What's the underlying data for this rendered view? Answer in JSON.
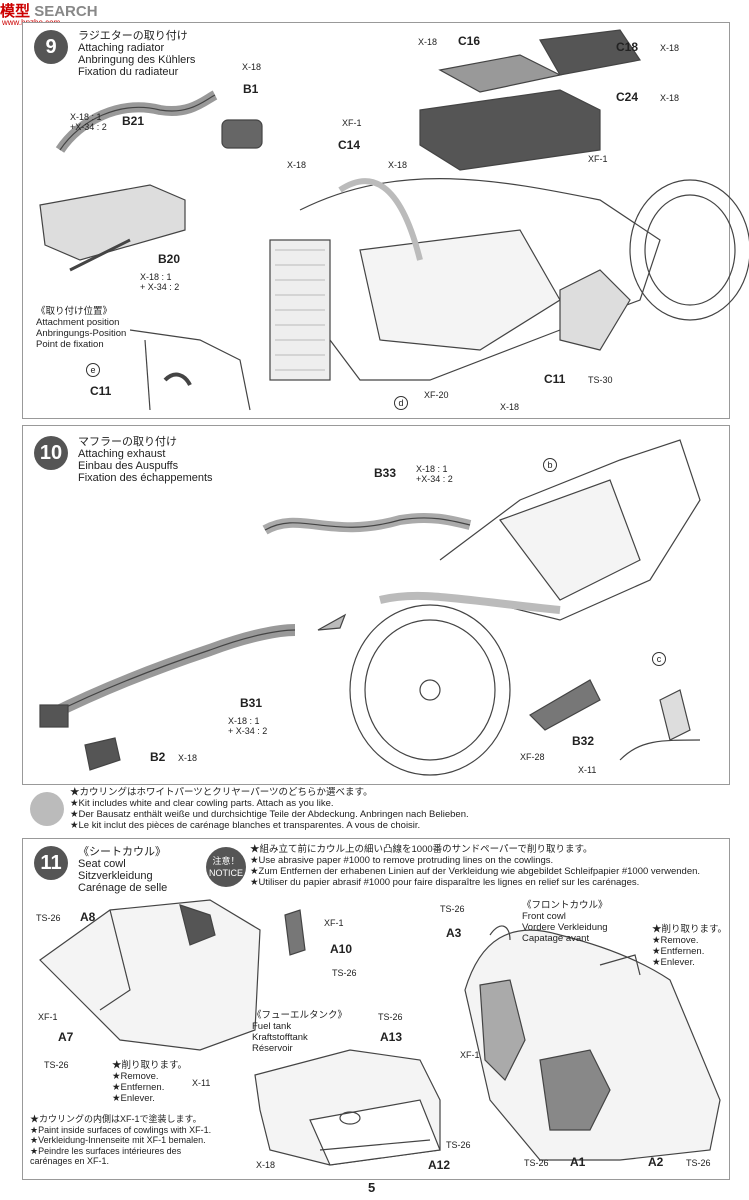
{
  "watermark": {
    "logo": "模型",
    "name": "SEARCH",
    "url": "www.hpzhe.com"
  },
  "step9": {
    "number": "9",
    "title": [
      "ラジエターの取り付け",
      "Attaching radiator",
      "Anbringung des Kühlers",
      "Fixation du radiateur"
    ],
    "position_title": [
      "《取り付け位置》",
      "Attachment position",
      "Anbringungs-Position",
      "Point de fixation"
    ],
    "parts": {
      "B1": "B1",
      "B21": "B21",
      "B20": "B20",
      "C14": "C14",
      "C16": "C16",
      "C18": "C18",
      "C24": "C24",
      "C11": "C11",
      "C11b": "C11"
    },
    "paints": {
      "b1": "X-18",
      "b21": "X-18 : 1",
      "b21b": "+X-34 : 2",
      "b20": "X-18 : 1",
      "b20b": "+ X-34 : 2",
      "c14a": "XF-1",
      "c14b": "X-18",
      "c14c": "X-18",
      "c16": "X-18",
      "c18": "X-18",
      "c24": "X-18",
      "xf1": "XF-1",
      "ts30": "TS-30",
      "xf20": "XF-20",
      "x18": "X-18"
    },
    "markers": {
      "e": "e",
      "d": "d"
    }
  },
  "step10": {
    "number": "10",
    "title": [
      "マフラーの取り付け",
      "Attaching exhaust",
      "Einbau des Auspuffs",
      "Fixation des échappements"
    ],
    "parts": {
      "B33": "B33",
      "B31": "B31",
      "B2": "B2",
      "B32": "B32"
    },
    "paints": {
      "b33a": "X-18 : 1",
      "b33b": "+X-34 : 2",
      "b31a": "X-18 : 1",
      "b31b": "+ X-34 : 2",
      "b2": "X-18",
      "xf28": "XF-28",
      "x11": "X-11"
    },
    "markers": {
      "b": "b",
      "c": "c"
    }
  },
  "note": {
    "lines": [
      "★カウリングはホワイトパーツとクリヤーパーツのどちらか選べます。",
      "★Kit includes white and clear cowling parts. Attach as you like.",
      "★Der Bausatz enthält weiße und durchsichtige Teile der Abdeckung. Anbringen nach Belieben.",
      "★Le kit inclut des pièces de carénage blanches et transparentes. A vous de choisir."
    ]
  },
  "step11": {
    "number": "11",
    "title": [
      "《シートカウル》",
      "Seat cowl",
      "Sitzverkleidung",
      "Carénage de selle"
    ],
    "notice": {
      "jp": "注意！",
      "en": "NOTICE"
    },
    "notice_lines": [
      "★組み立て前にカウル上の細い凸線を1000番のサンドペーパーで削り取ります。",
      "★Use abrasive paper #1000 to remove protruding lines on the cowlings.",
      "★Zum Entfernen der erhabenen Linien auf der Verkleidung wie abgebildet Schleifpapier #1000 verwenden.",
      "★Utiliser du papier abrasif #1000 pour faire disparaître les lignes en relief sur les carénages."
    ],
    "front_title": [
      "《フロントカウル》",
      "Front cowl",
      "Vordere Verkleidung",
      "Capatage avant"
    ],
    "tank_title": [
      "《フューエルタンク》",
      "Fuel tank",
      "Kraftstofftank",
      "Réservoir"
    ],
    "remove": [
      "★削り取ります。",
      "★Remove.",
      "★Entfernen.",
      "★Enlever."
    ],
    "remove2": [
      "★削り取ります。",
      "★Remove.",
      "★Entfernen.",
      "★Enlever."
    ],
    "inside": [
      "★カウリングの内側はXF-1で塗装します。",
      "★Paint inside surfaces of cowlings with XF-1.",
      "★Verkleidung-Innenseite mit XF-1 bemalen.",
      "★Peindre les surfaces intérieures des",
      "carénages en XF-1."
    ],
    "parts": {
      "A8": "A8",
      "A7": "A7",
      "A10": "A10",
      "A13": "A13",
      "A12": "A12",
      "A3": "A3",
      "A1": "A1",
      "A2": "A2"
    },
    "paints": {
      "ts26": "TS-26",
      "xf1": "XF-1",
      "x11": "X-11",
      "x18": "X-18"
    }
  },
  "page_number": "5"
}
